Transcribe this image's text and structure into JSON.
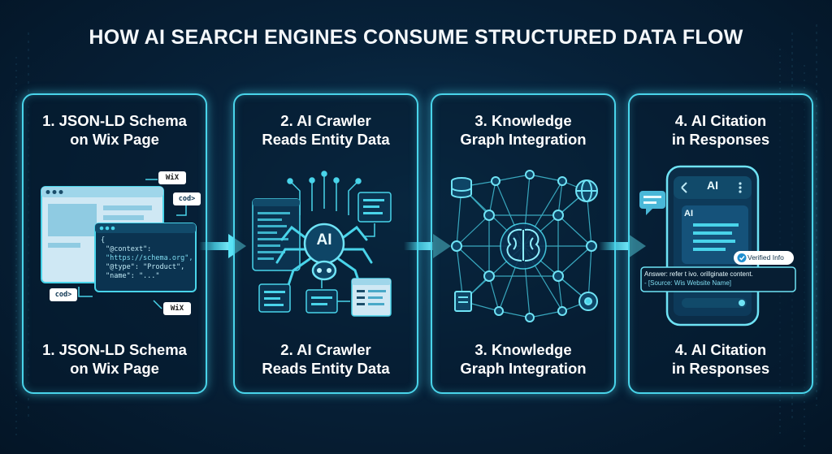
{
  "title": "HOW AI SEARCH ENGINES CONSUME STRUCTURED DATA FLOW",
  "colors": {
    "accent": "#49d4ea",
    "background": "#06213a",
    "panel_border": "#49d4ea",
    "text": "#ffffff"
  },
  "steps": [
    {
      "line1": "1. JSON-LD Schema",
      "line2": "on Wix Page"
    },
    {
      "line1": "2. AI Crawler",
      "line2": "Reads Entity Data"
    },
    {
      "line1": "3. Knowledge",
      "line2": "Graph Integration"
    },
    {
      "line1": "4. AI Citation",
      "line2": "in Responses"
    }
  ],
  "panel1": {
    "badge_text": "WiX",
    "code_tag": "cod>",
    "code_lines": [
      "{",
      "\"@context\":",
      "\"https://schema.org\",",
      "\"@type\": \"Product\",",
      "\"name\": \"...\""
    ]
  },
  "panel2": {
    "ai_label": "AI"
  },
  "panel4": {
    "phone_header": "AI",
    "bubble_label": "AI",
    "verified": "Verified Info",
    "answer_line1": "Answer: refer t ivo. orillginate content.",
    "answer_line2": "- [Source: Wis Website Name]"
  }
}
